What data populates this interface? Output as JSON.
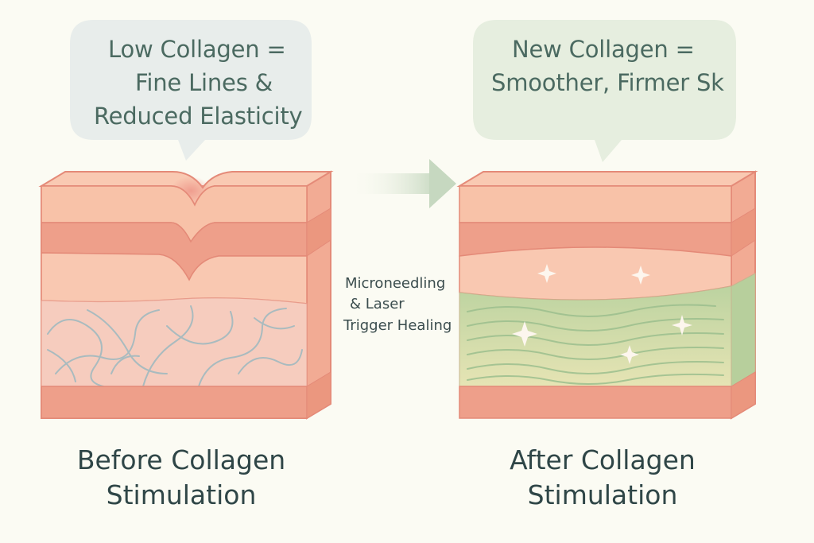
{
  "before": {
    "bubble_lines": [
      "Low Collagen =",
      "Fine Lines &",
      "Reduced Elasticity"
    ],
    "caption_lines": [
      "Before Collagen",
      "Stimulation"
    ]
  },
  "after": {
    "bubble_lines": [
      "New Collagen =",
      "Smoother, Firmer Sk"
    ],
    "caption_lines": [
      "After Collagen",
      "Stimulation"
    ]
  },
  "process": {
    "label_lines": [
      "Microneedling",
      "& Laser",
      "Trigger Healing"
    ]
  },
  "colors": {
    "skin_top": "#f6c1a6",
    "skin_band": "#eea28d",
    "skin_light": "#f9ccb6",
    "skin_side": "#f1a78f",
    "outline": "#e48a78",
    "collagen_fiber": "#a7b9bd",
    "new_collagen": "#c9dcaa",
    "bubble_before": "#e9eeec",
    "bubble_after": "#e6eedf",
    "arrow": "#c8d9c2"
  }
}
